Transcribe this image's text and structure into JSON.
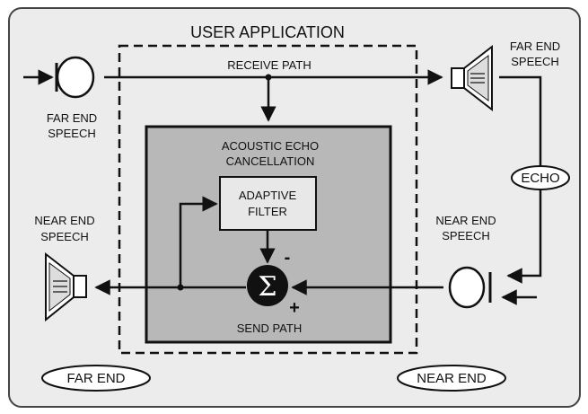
{
  "title": "USER APPLICATION",
  "receive_path": "RECEIVE PATH",
  "send_path": "SEND PATH",
  "aec": {
    "line1": "ACOUSTIC ECHO",
    "line2": "CANCELLATION"
  },
  "adaptive_filter": {
    "line1": "ADAPTIVE",
    "line2": "FILTER"
  },
  "sum": {
    "symbol": "Σ",
    "minus": "-",
    "plus": "+"
  },
  "far_end_speech_mic": {
    "line1": "FAR END",
    "line2": "SPEECH"
  },
  "far_end_speech_speaker": {
    "line1": "FAR END",
    "line2": "SPEECH"
  },
  "near_end_speech_speaker": {
    "line1": "NEAR END",
    "line2": "SPEECH"
  },
  "near_end_speech_mic": {
    "line1": "NEAR END",
    "line2": "SPEECH"
  },
  "echo": "ECHO",
  "far_end": "FAR END",
  "near_end": "NEAR END",
  "colors": {
    "panel_bg": "#ececec",
    "aec_bg": "#b8b8b8",
    "filter_bg": "#e8e8e8",
    "line": "#111111",
    "sum_fill": "#111111"
  },
  "icons": [
    "microphone-icon",
    "speaker-icon"
  ]
}
